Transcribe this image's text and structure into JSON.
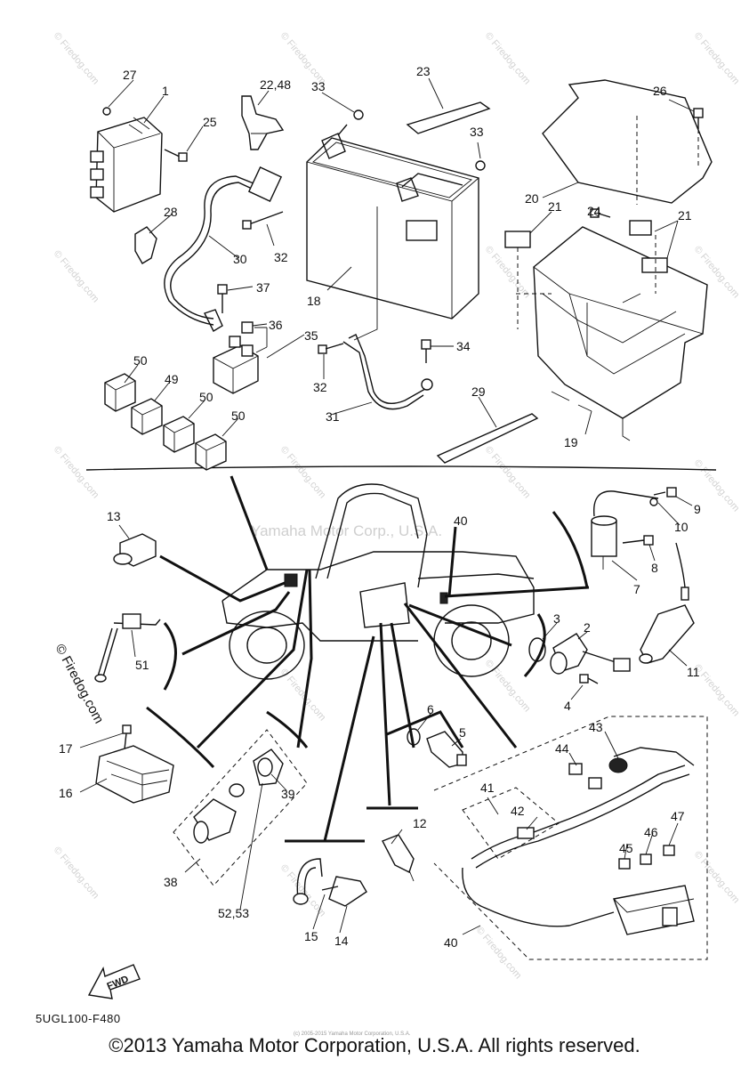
{
  "diagram": {
    "code": "5UGL100-F480",
    "copyright": "©2013 Yamaha Motor Corporation, U.S.A. All rights reserved.",
    "center_watermark": "Yamaha Motor Corp., U.S.A.",
    "tiny_copyright": "(c) 2005-2015 Yamaha Motor Corporation, U.S.A.",
    "watermark": "© Firedog.com",
    "fwd_label": "FWD"
  },
  "callouts": [
    "27",
    "1",
    "25",
    "22,48",
    "33",
    "23",
    "26",
    "33",
    "28",
    "30",
    "32",
    "20",
    "21",
    "24",
    "21",
    "37",
    "36",
    "35",
    "18",
    "34",
    "50",
    "49",
    "50",
    "50",
    "32",
    "29",
    "31",
    "19",
    "13",
    "40",
    "9",
    "10",
    "8",
    "7",
    "51",
    "3",
    "2",
    "11",
    "4",
    "17",
    "6",
    "5",
    "43",
    "44",
    "16",
    "39",
    "41",
    "42",
    "47",
    "46",
    "45",
    "12",
    "38",
    "52,53",
    "15",
    "14",
    "40"
  ],
  "colors": {
    "line": "#111111",
    "watermark": "#cfcfcf",
    "background": "#ffffff"
  }
}
